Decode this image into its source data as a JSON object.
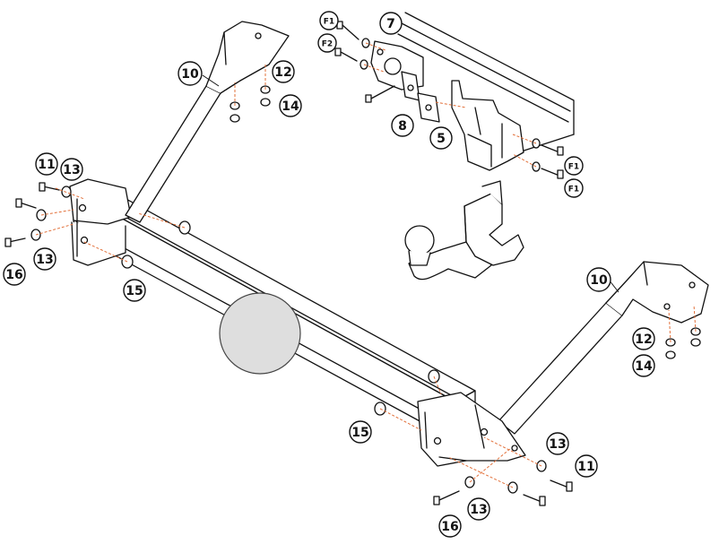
{
  "diagram": {
    "type": "exploded-assembly",
    "subject": "tow bar / trailer hitch",
    "colors": {
      "line": "#111111",
      "guide": "#e2703a",
      "part_fill": "#ffffff",
      "hitch_ball_zone": "#dedede"
    },
    "callouts": [
      {
        "id": "c7",
        "text": "7"
      },
      {
        "id": "c8",
        "text": "8"
      },
      {
        "id": "c5",
        "text": "5"
      },
      {
        "id": "cF1a",
        "text": "F1"
      },
      {
        "id": "cF2",
        "text": "F2"
      },
      {
        "id": "cF1b",
        "text": "F1"
      },
      {
        "id": "cF1c",
        "text": "F1"
      },
      {
        "id": "c10a",
        "text": "10"
      },
      {
        "id": "c12a",
        "text": "12"
      },
      {
        "id": "c14a",
        "text": "14"
      },
      {
        "id": "c11a",
        "text": "11"
      },
      {
        "id": "c13a",
        "text": "13"
      },
      {
        "id": "c13b",
        "text": "13"
      },
      {
        "id": "c16a",
        "text": "16"
      },
      {
        "id": "c15a",
        "text": "15"
      },
      {
        "id": "c10b",
        "text": "10"
      },
      {
        "id": "c12b",
        "text": "12"
      },
      {
        "id": "c14b",
        "text": "14"
      },
      {
        "id": "c15b",
        "text": "15"
      },
      {
        "id": "c13c",
        "text": "13"
      },
      {
        "id": "c11b",
        "text": "11"
      },
      {
        "id": "c13d",
        "text": "13"
      },
      {
        "id": "c16b",
        "text": "16"
      }
    ]
  }
}
